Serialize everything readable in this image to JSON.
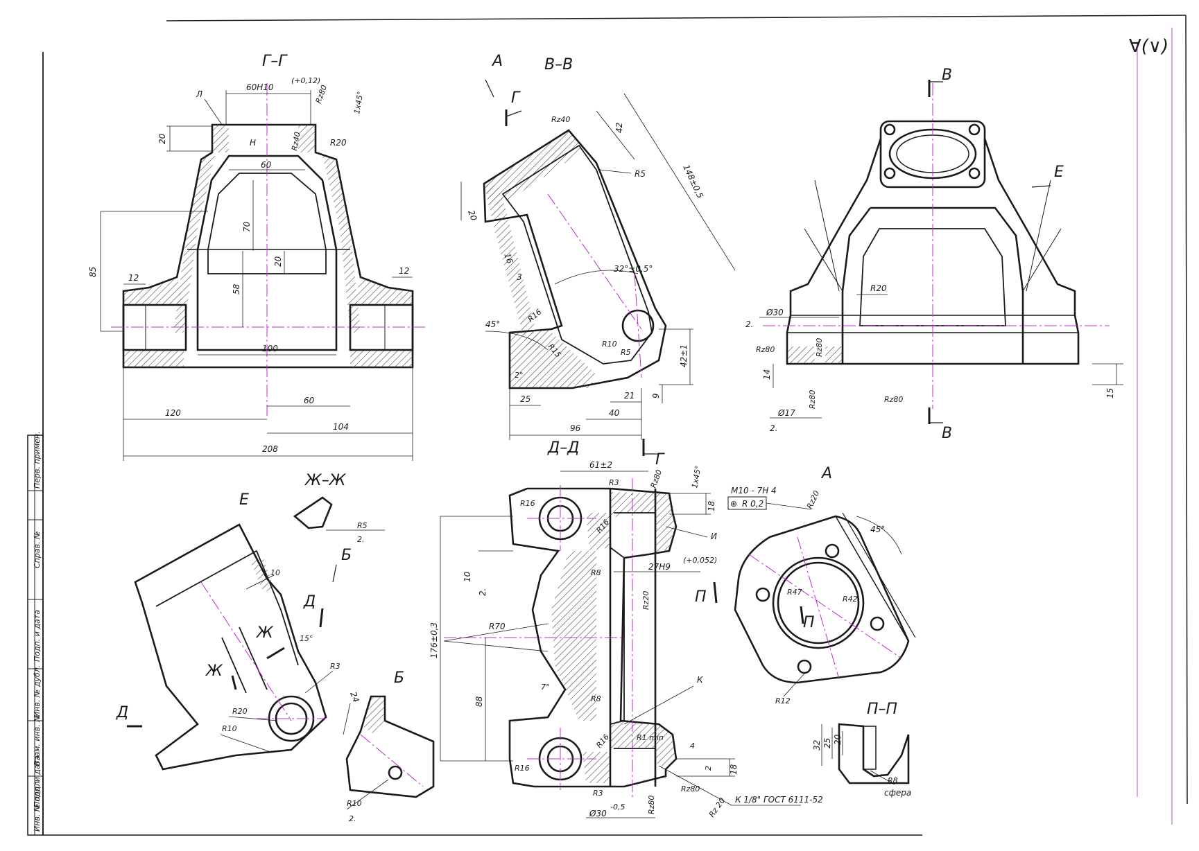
{
  "views": {
    "gg": {
      "title": "Г–Г",
      "dims": [
        "60H10",
        "(+0,12)",
        "Rz80",
        "1x45°",
        "Rz40",
        "R20",
        "Л",
        "Н",
        "20",
        "60",
        "70",
        "20",
        "58",
        "85",
        "12",
        "12",
        "100",
        "60",
        "120",
        "104",
        "208"
      ]
    },
    "vv": {
      "title": "В–В",
      "dims": [
        "Rz40",
        "42",
        "R5",
        "148±0,5",
        "20",
        "16",
        "3",
        "32°±0,5°",
        "45°",
        "R16",
        "R15",
        "R10",
        "R5",
        "2°",
        "42±1",
        "9",
        "25",
        "21",
        "40",
        "96"
      ]
    },
    "topright": {
      "marks": [
        "В",
        "В",
        "Е"
      ],
      "dims": [
        "R20",
        "Ø30",
        "2.",
        "Rz80",
        "Rz80",
        "14",
        "Rz80",
        "Rz80",
        "Ø17",
        "2.",
        "15"
      ]
    },
    "e": {
      "title": "Е",
      "dims": [
        "10",
        "15°",
        "R3",
        "24",
        "R20",
        "R10",
        "Д",
        "Ж",
        "Ж",
        "Д"
      ]
    },
    "zhzh": {
      "title": "Ж–Ж",
      "dims": [
        "R5",
        "2."
      ]
    },
    "b": {
      "title": "Б",
      "dims": [
        "R10",
        "2."
      ],
      "arrow": "Б"
    },
    "dd": {
      "title": "Д–Д",
      "dims": [
        "61±2",
        "R3",
        "Rz80",
        "1x45°",
        "18",
        "R16",
        "R16",
        "И",
        "R8",
        "27H9",
        "(+0,052)",
        "Rz20",
        "10",
        "2.",
        "R70",
        "176±0,3",
        "88",
        "7°",
        "К",
        "R8",
        "R16",
        "R1 min",
        "4",
        "2",
        "18",
        "R16",
        "R3",
        "Ø30",
        "-0,5",
        "Rz80",
        "Rz80",
        "К 1/8\" ГОСТ 6111-52",
        "Rz 20"
      ]
    },
    "a": {
      "title": "А",
      "dims": [
        "М10 - 7Н 4",
        "⊕",
        "R 0,2",
        "Rz20",
        "45°",
        "R47",
        "R42",
        "П",
        "П",
        "R12"
      ]
    },
    "pp": {
      "title": "П–П",
      "dims": [
        "32",
        "25",
        "20",
        "R8",
        "сфера"
      ]
    },
    "marks": {
      "a_arrow": "А",
      "g_top": "Г",
      "g_bottom": "Г",
      "roughness": "∀(∨)"
    }
  },
  "stamp": {
    "labels": [
      "Перв. примен.",
      "Справ. №",
      "Подп. и дата",
      "Инв. № дубл.",
      "Взам. инв. №",
      "Подп. и дата",
      "Инв. № подл."
    ]
  }
}
